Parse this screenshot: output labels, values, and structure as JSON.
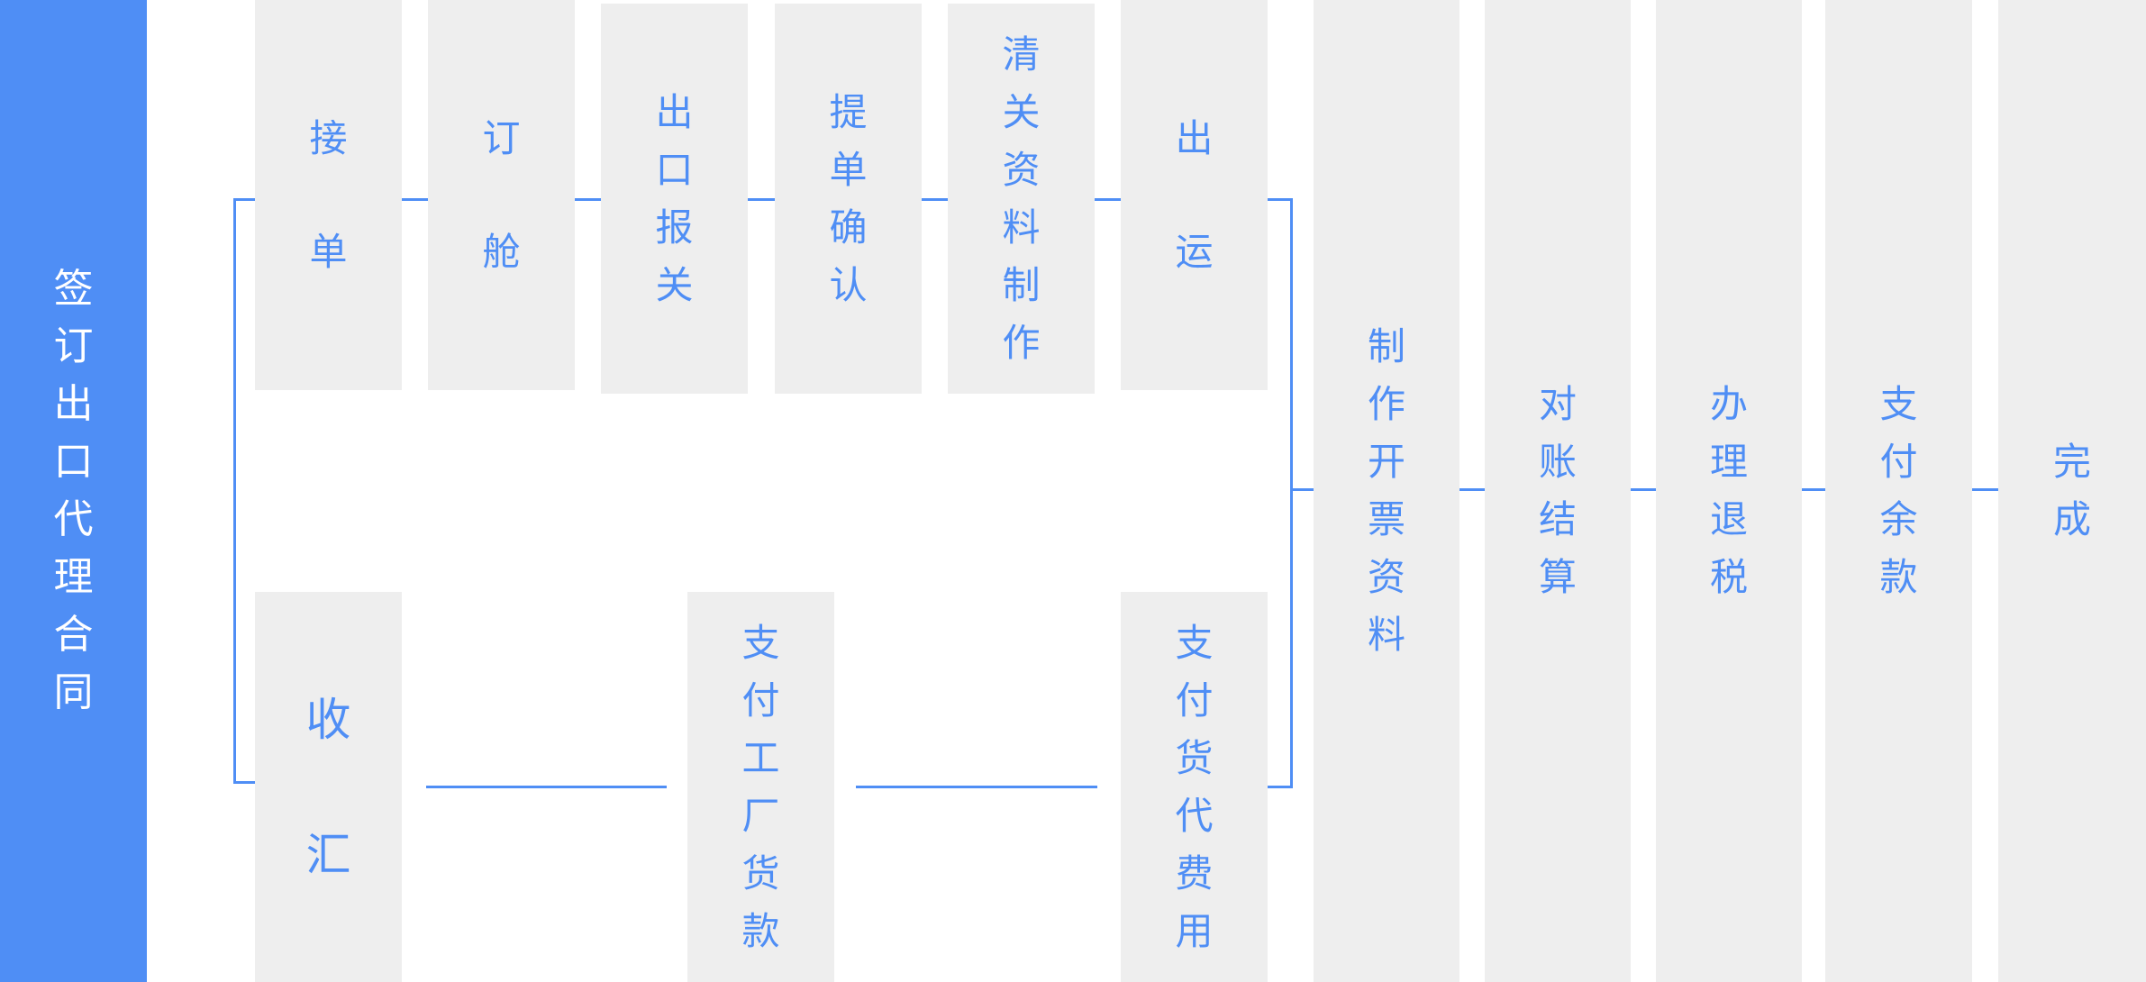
{
  "start": {
    "label": "签订出口代理合同"
  },
  "top_row": [
    {
      "id": "jiedan",
      "label": "接单"
    },
    {
      "id": "dingcang",
      "label": "订舱"
    },
    {
      "id": "chukou-baoguan",
      "label": "出口报关"
    },
    {
      "id": "tidan-queren",
      "label": "提单确认"
    },
    {
      "id": "qingguan-ziliao",
      "label": "清关资料制作"
    },
    {
      "id": "chuyun",
      "label": "出运"
    }
  ],
  "bottom_row": [
    {
      "id": "shouhui",
      "label": "收汇"
    },
    {
      "id": "zhifu-gongchang",
      "label": "支付工厂货款"
    },
    {
      "id": "zhifu-huodai",
      "label": "支付货代费用"
    }
  ],
  "final_steps": [
    {
      "id": "kaipiao-ziliao",
      "label": "制作开票资料"
    },
    {
      "id": "duizhang-jiesuan",
      "label": "对账结算"
    },
    {
      "id": "banli-tuishui",
      "label": "办理退税"
    },
    {
      "id": "zhifu-yukuan",
      "label": "支付余款"
    },
    {
      "id": "wancheng",
      "label": "完成"
    }
  ],
  "colors": {
    "accent": "#4f8ef5",
    "box": "#eeeeee",
    "start_text": "#ffffff"
  }
}
